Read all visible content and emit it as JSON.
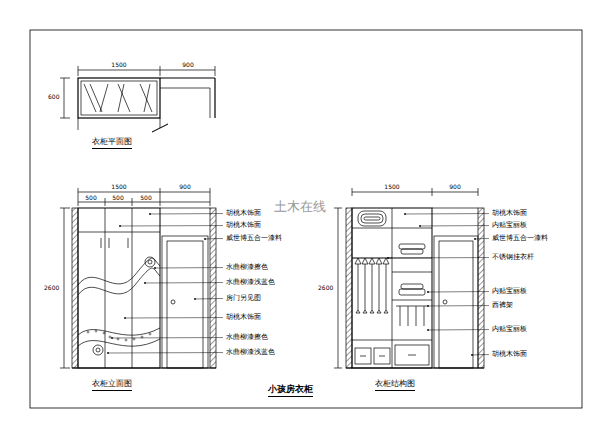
{
  "diagram": {
    "title": "小孩房衣柜",
    "labels": [
      "1500",
      "900",
      "600",
      "衣柜平面图",
      "1500",
      "900",
      "500",
      "500",
      "500",
      "2600",
      "胡桃木饰面",
      "胡桃木饰面",
      "威世博五合一漆料",
      "水曲柳漆擦色",
      "水曲柳漆浅蓝色",
      "房门另见图",
      "胡桃木饰面",
      "水曲柳漆擦色",
      "水曲柳漆浅蓝色",
      "衣柜立面图",
      "1500",
      "900",
      "2600",
      "胡桃木饰面",
      "内贴宝丽板",
      "威世博五合一漆料",
      "不锈钢挂衣杆",
      "内贴宝丽板",
      "西裤架",
      "内贴宝丽板",
      "胡桃木饰面",
      "衣柜结构图",
      "土木在线"
    ]
  }
}
